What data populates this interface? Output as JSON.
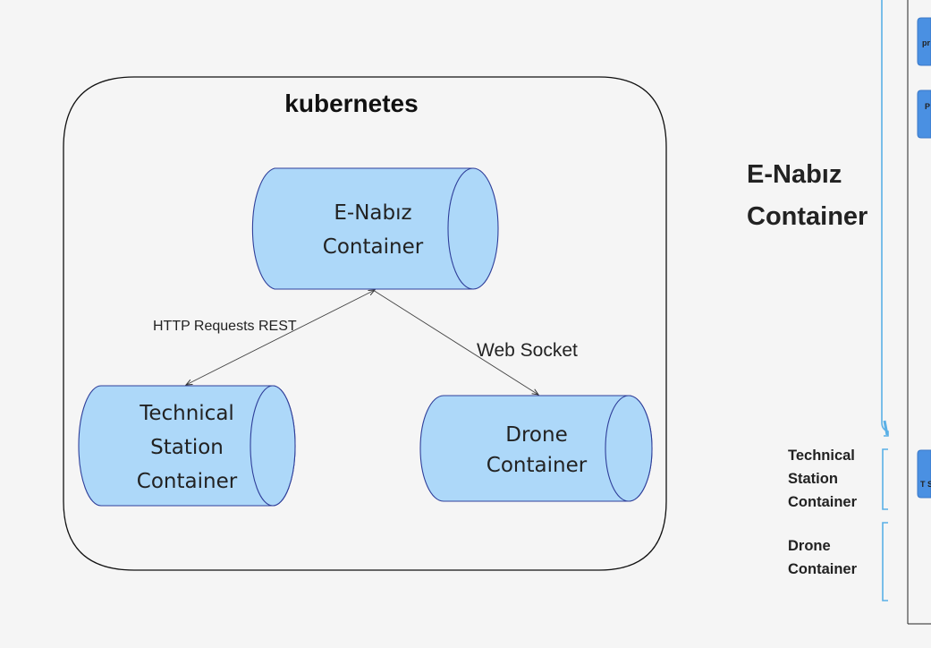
{
  "diagram": {
    "cluster_label": "kubernetes",
    "nodes": {
      "enabiz": {
        "lines": [
          "E-Nabız",
          "Container"
        ]
      },
      "technical": {
        "lines": [
          "Technical",
          "Station",
          "Container"
        ]
      },
      "drone": {
        "lines": [
          "Drone",
          "Container"
        ]
      }
    },
    "edges": {
      "http": "HTTP Requests REST",
      "websocket": "Web Socket"
    }
  },
  "side_panel": {
    "enabiz_heading": "E-Nabız Container",
    "technical_heading": "Technical Station Container",
    "drone_heading": "Drone Container",
    "thumb_top_1": "pr",
    "thumb_top_2": "P",
    "thumb_mid": "T St"
  },
  "colors": {
    "cylinder_fill": "#add8f9",
    "cylinder_stroke": "#2f3f9a",
    "bracket": "#5ab0e6",
    "background": "#f5f5f5"
  }
}
